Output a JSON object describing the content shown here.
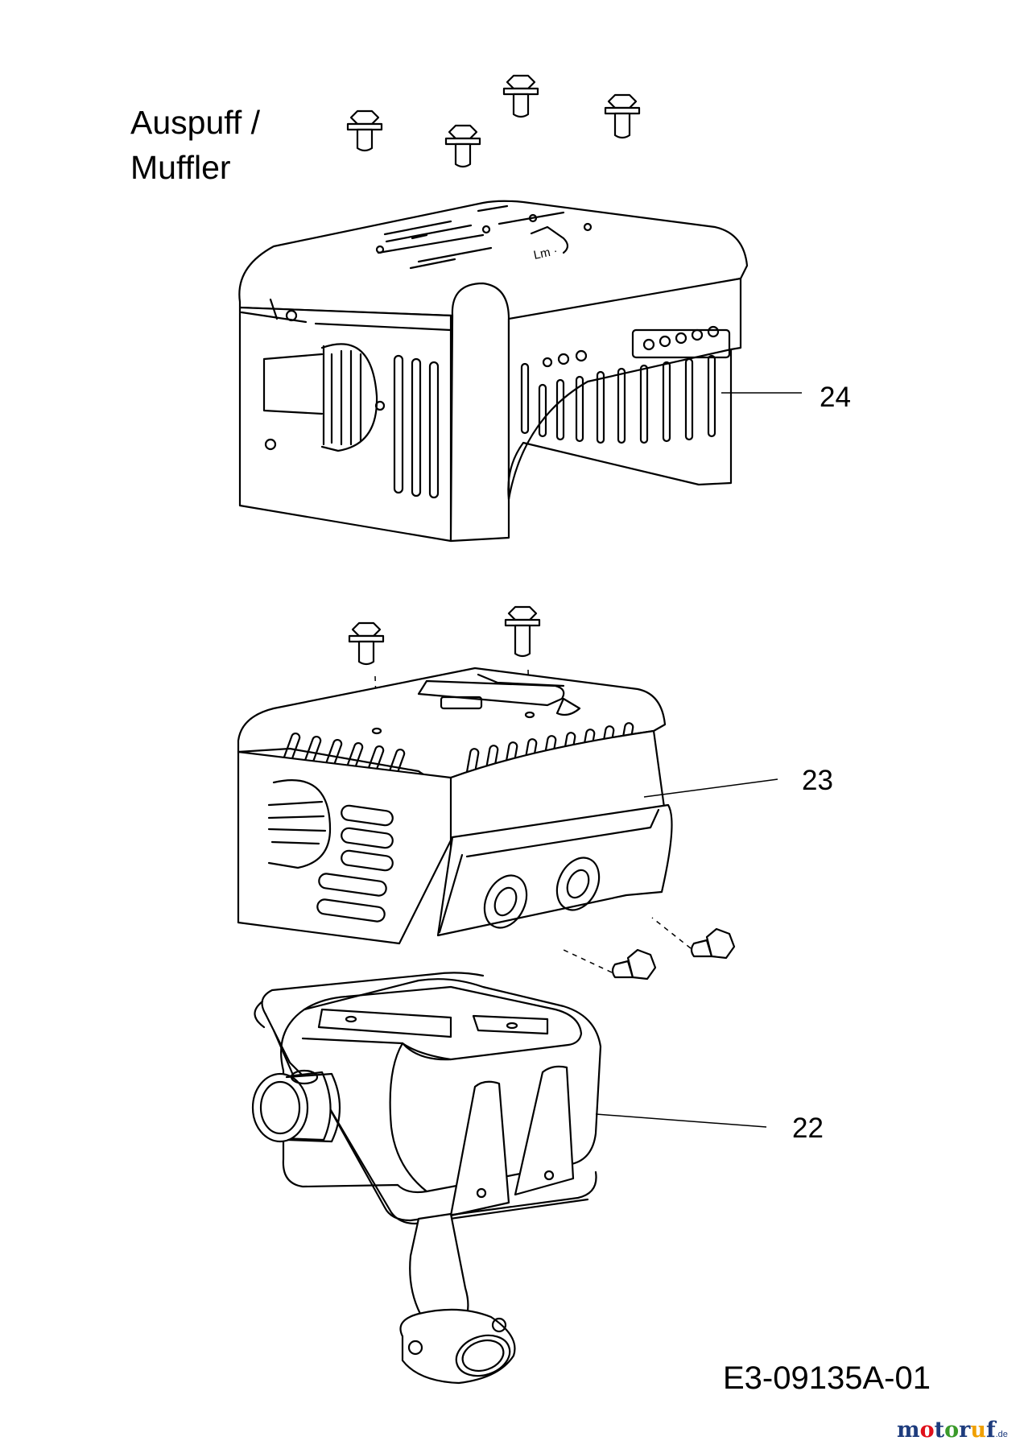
{
  "title": {
    "line1": "Auspuff /",
    "line2": "Muffler"
  },
  "callouts": {
    "c24": "24",
    "c23": "23",
    "c22": "22"
  },
  "diagram_code": "E3-09135A-01",
  "watermark": {
    "letters": [
      "m",
      "o",
      "t",
      "o",
      "r",
      "u",
      "f"
    ],
    "letter_colors": [
      "#1e3c7d",
      "#e0101a",
      "#1e3c7d",
      "#3a9a2a",
      "#1e3c7d",
      "#f0a000",
      "#1e3c7d"
    ],
    "suffix": ".de"
  }
}
